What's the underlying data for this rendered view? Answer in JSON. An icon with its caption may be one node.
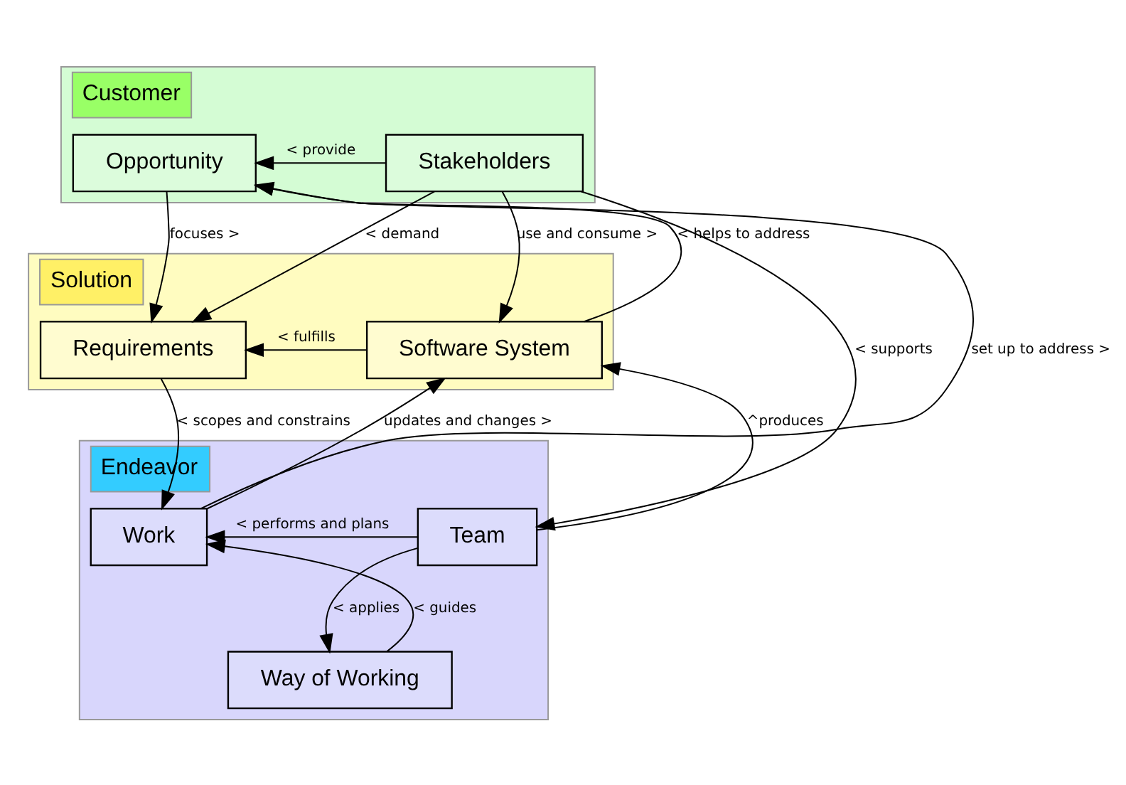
{
  "diagram": {
    "nodes": [
      {
        "text": [
          "Customer"
        ]
      },
      {
        "text": [
          "Opportunity"
        ],
        "in": 0
      },
      {
        "text": [
          "Stakeholders"
        ],
        "in": 0
      },
      {
        "text": [
          "Solution"
        ]
      },
      {
        "text": [
          "Requirements"
        ],
        "in": 3
      },
      {
        "text": [
          "Software System"
        ],
        "in": 3
      },
      {
        "text": [
          "Endeavor"
        ]
      },
      {
        "text": [
          "Work"
        ],
        "in": 6
      },
      {
        "text": [
          "Team"
        ],
        "in": 6
      },
      {
        "text": [
          "Way of Working"
        ],
        "in": 6
      }
    ],
    "edges": [
      {
        "from": 2,
        "to": 1,
        "arrow": "to",
        "label": "< provide"
      },
      {
        "from": 5,
        "to": 1,
        "arrow": "to",
        "label": "< helps to address"
      },
      {
        "from": 7,
        "to": 1,
        "arrow": "to",
        "label": "set up to address >"
      },
      {
        "from": 1,
        "to": 4,
        "arrow": "to",
        "label": "focuses >"
      },
      {
        "from": 2,
        "to": 4,
        "arrow": "to",
        "label": "< demand"
      },
      {
        "from": 2,
        "to": 5,
        "arrow": "to",
        "label": "use and consume >"
      },
      {
        "from": 2,
        "to": 8,
        "arrow": "to",
        "label": "< supports"
      },
      {
        "from": 5,
        "to": 4,
        "arrow": "to",
        "label": "< fulfills"
      },
      {
        "from": 7,
        "to": 5,
        "arrow": "to",
        "label": "updates and changes >"
      },
      {
        "from": 4,
        "to": 7,
        "arrow": "to",
        "label": "< scopes and constrains"
      },
      {
        "from": 8,
        "to": 5,
        "arrow": "to",
        "label": "^produces"
      },
      {
        "from": 8,
        "to": 7,
        "arrow": "to",
        "label": "< performs and plans"
      },
      {
        "from": 8,
        "to": 9,
        "arrow": "to",
        "label": "< applies"
      },
      {
        "from": 9,
        "to": 7,
        "arrow": "to",
        "label": "< guides"
      }
    ]
  }
}
